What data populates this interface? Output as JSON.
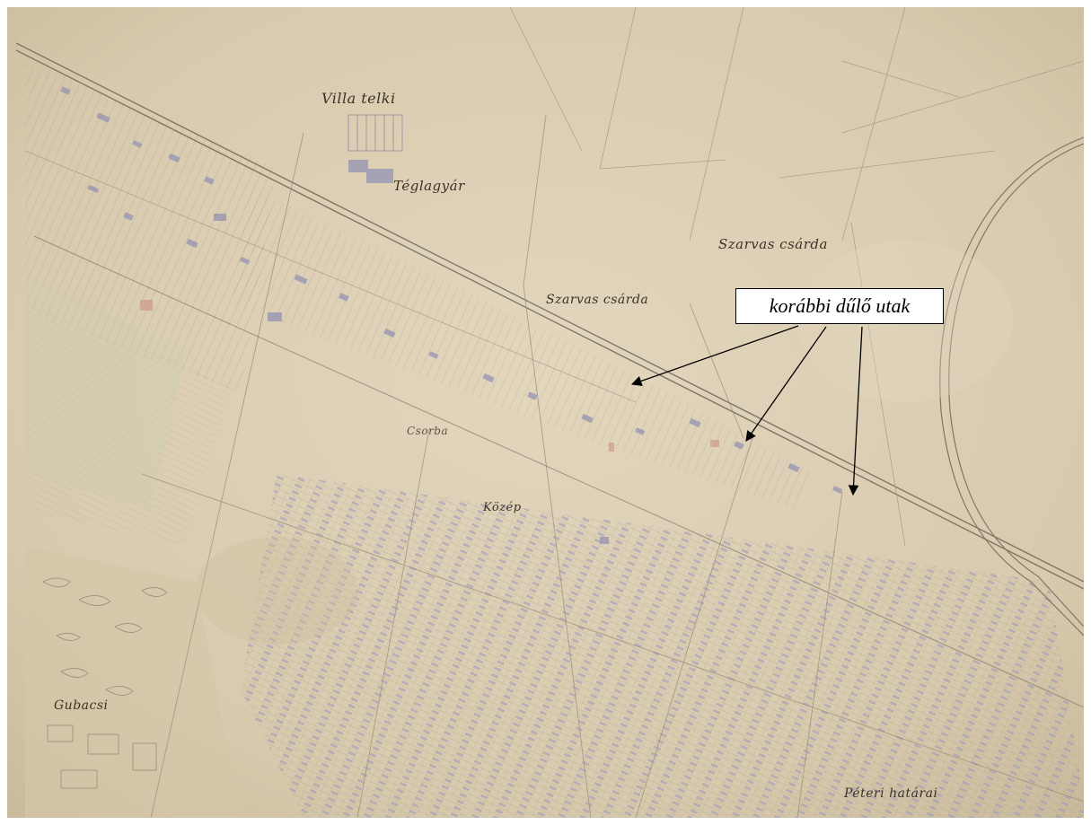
{
  "map": {
    "labels": {
      "villa_telki": "Villa telki",
      "teglagyar": "Téglagyár",
      "szarvas_csarda_1": "Szarvas csárda",
      "szarvas_csarda_2": "Szarvas csárda",
      "csorba": "Csorba",
      "kozep": "Közép",
      "gubacsi": "Gubacsi",
      "peteri_hatarai": "Péteri határai"
    },
    "colors": {
      "paper": "#dccfb4",
      "parcel_line": "#a89a86",
      "building_blue": "#8e8fb3",
      "building_red": "#c98a7a",
      "railway": "#7f7666"
    }
  },
  "annotation": {
    "callout_text": "korábbi dűlő utak",
    "arrow_color": "#000000"
  }
}
